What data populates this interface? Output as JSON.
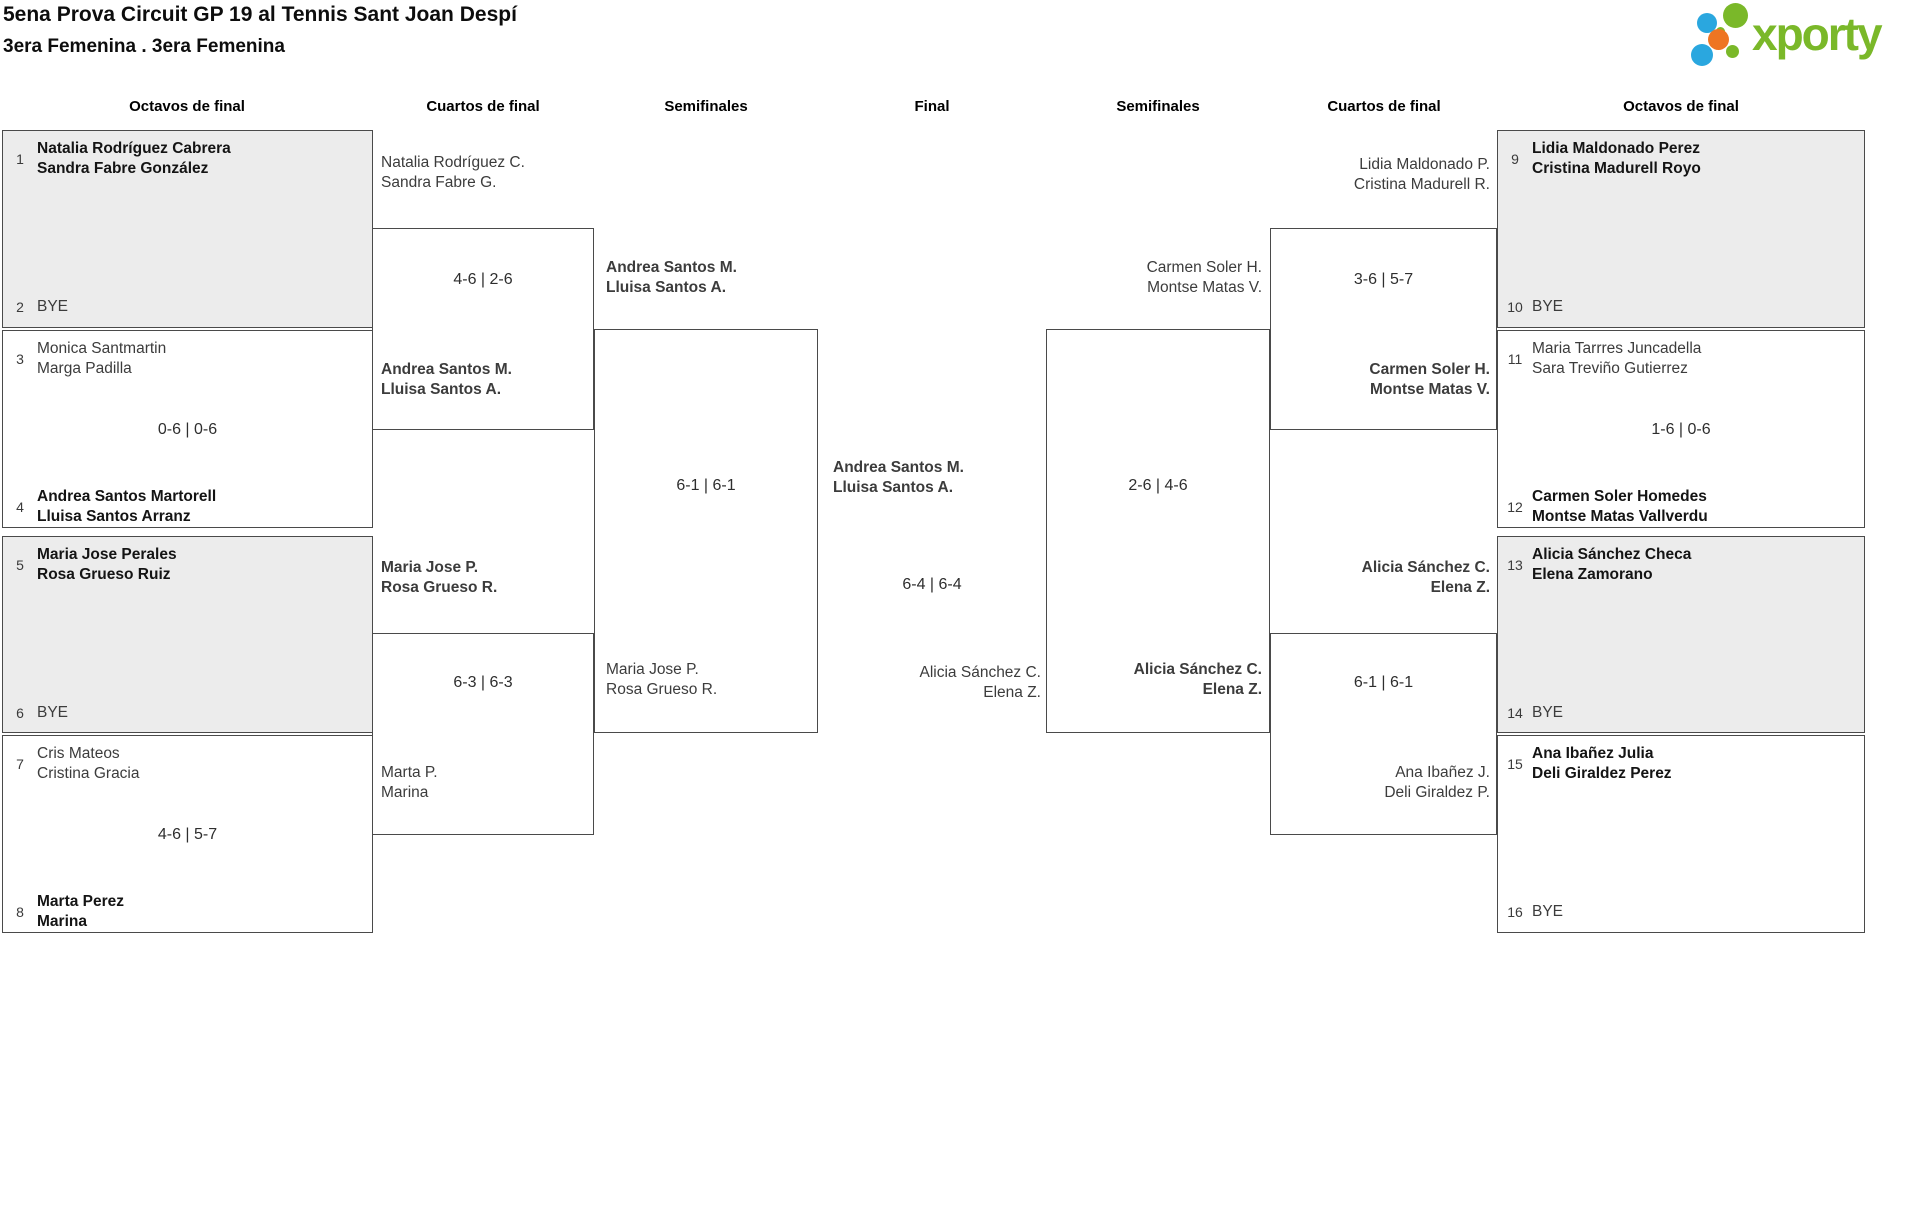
{
  "header": {
    "title": "5ena Prova Circuit GP 19 al Tennis Sant Joan Despí",
    "subtitle": "3era Femenina . 3era Femenina"
  },
  "logo": {
    "text": "xporty"
  },
  "colors": {
    "logo_green": "#7ab829",
    "logo_blue": "#2aa7df",
    "logo_orange": "#ee7522",
    "box_gray": "#ececec",
    "border_gray": "#4a4a4a",
    "text_normal": "#3c3c3c",
    "text_winner": "#141414"
  },
  "rounds": [
    "Octavos de final",
    "Cuartos de final",
    "Semifinales",
    "Final",
    "Semifinales",
    "Cuartos de final",
    "Octavos de final"
  ],
  "bracket": {
    "r16": [
      {
        "seed_a": "1",
        "team_a": [
          "Natalia Rodríguez Cabrera",
          "Sandra Fabre González"
        ],
        "score": "",
        "seed_b": "2",
        "team_b": [
          "BYE"
        ]
      },
      {
        "seed_a": "3",
        "team_a": [
          "Monica Santmartin",
          "Marga Padilla"
        ],
        "score": "0-6 | 0-6",
        "seed_b": "4",
        "team_b": [
          "Andrea Santos Martorell",
          "Lluisa Santos Arranz"
        ]
      },
      {
        "seed_a": "5",
        "team_a": [
          "Maria Jose Perales",
          "Rosa Grueso Ruiz"
        ],
        "score": "",
        "seed_b": "6",
        "team_b": [
          "BYE"
        ]
      },
      {
        "seed_a": "7",
        "team_a": [
          "Cris Mateos",
          "Cristina Gracia"
        ],
        "score": "4-6 | 5-7",
        "seed_b": "8",
        "team_b": [
          "Marta Perez",
          "Marina"
        ]
      },
      {
        "seed_a": "9",
        "team_a": [
          "Lidia Maldonado Perez",
          "Cristina Madurell Royo"
        ],
        "score": "",
        "seed_b": "10",
        "team_b": [
          "BYE"
        ]
      },
      {
        "seed_a": "11",
        "team_a": [
          "Maria Tarrres Juncadella",
          "Sara Treviño Gutierrez"
        ],
        "score": "1-6 | 0-6",
        "seed_b": "12",
        "team_b": [
          "Carmen Soler Homedes",
          "Montse Matas Vallverdu"
        ]
      },
      {
        "seed_a": "13",
        "team_a": [
          "Alicia Sánchez Checa",
          "Elena Zamorano"
        ],
        "score": "",
        "seed_b": "14",
        "team_b": [
          "BYE"
        ]
      },
      {
        "seed_a": "15",
        "team_a": [
          "Ana Ibañez Julia",
          "Deli Giraldez Perez"
        ],
        "score": "",
        "seed_b": "16",
        "team_b": [
          "BYE"
        ]
      }
    ],
    "qf": [
      {
        "top": [
          "Natalia Rodríguez C.",
          "Sandra Fabre G."
        ],
        "score": "4-6 | 2-6",
        "bottom": [
          "Andrea Santos M.",
          "Lluisa Santos A."
        ]
      },
      {
        "top": [
          "Maria Jose P.",
          "Rosa Grueso R."
        ],
        "score": "6-3 | 6-3",
        "bottom": [
          "Marta P.",
          "Marina"
        ]
      },
      {
        "top": [
          "Lidia Maldonado P.",
          "Cristina Madurell R."
        ],
        "score": "3-6 | 5-7",
        "bottom": [
          "Carmen Soler H.",
          "Montse Matas V."
        ]
      },
      {
        "top": [
          "Alicia Sánchez C.",
          "Elena Z."
        ],
        "score": "6-1 | 6-1",
        "bottom": [
          "Ana Ibañez J.",
          "Deli Giraldez P."
        ]
      }
    ],
    "sf": [
      {
        "top": [
          "Andrea Santos M.",
          "Lluisa Santos A."
        ],
        "score": "6-1 | 6-1",
        "bottom": [
          "Maria Jose P.",
          "Rosa Grueso R."
        ]
      },
      {
        "top": [
          "Carmen Soler H.",
          "Montse Matas V."
        ],
        "score": "2-6 | 4-6",
        "bottom": [
          "Alicia Sánchez C.",
          "Elena Z."
        ]
      }
    ],
    "final": {
      "top": [
        "Andrea Santos M.",
        "Lluisa Santos A."
      ],
      "score": "6-4 | 6-4",
      "bottom": [
        "Alicia Sánchez C.",
        "Elena Z."
      ]
    }
  }
}
